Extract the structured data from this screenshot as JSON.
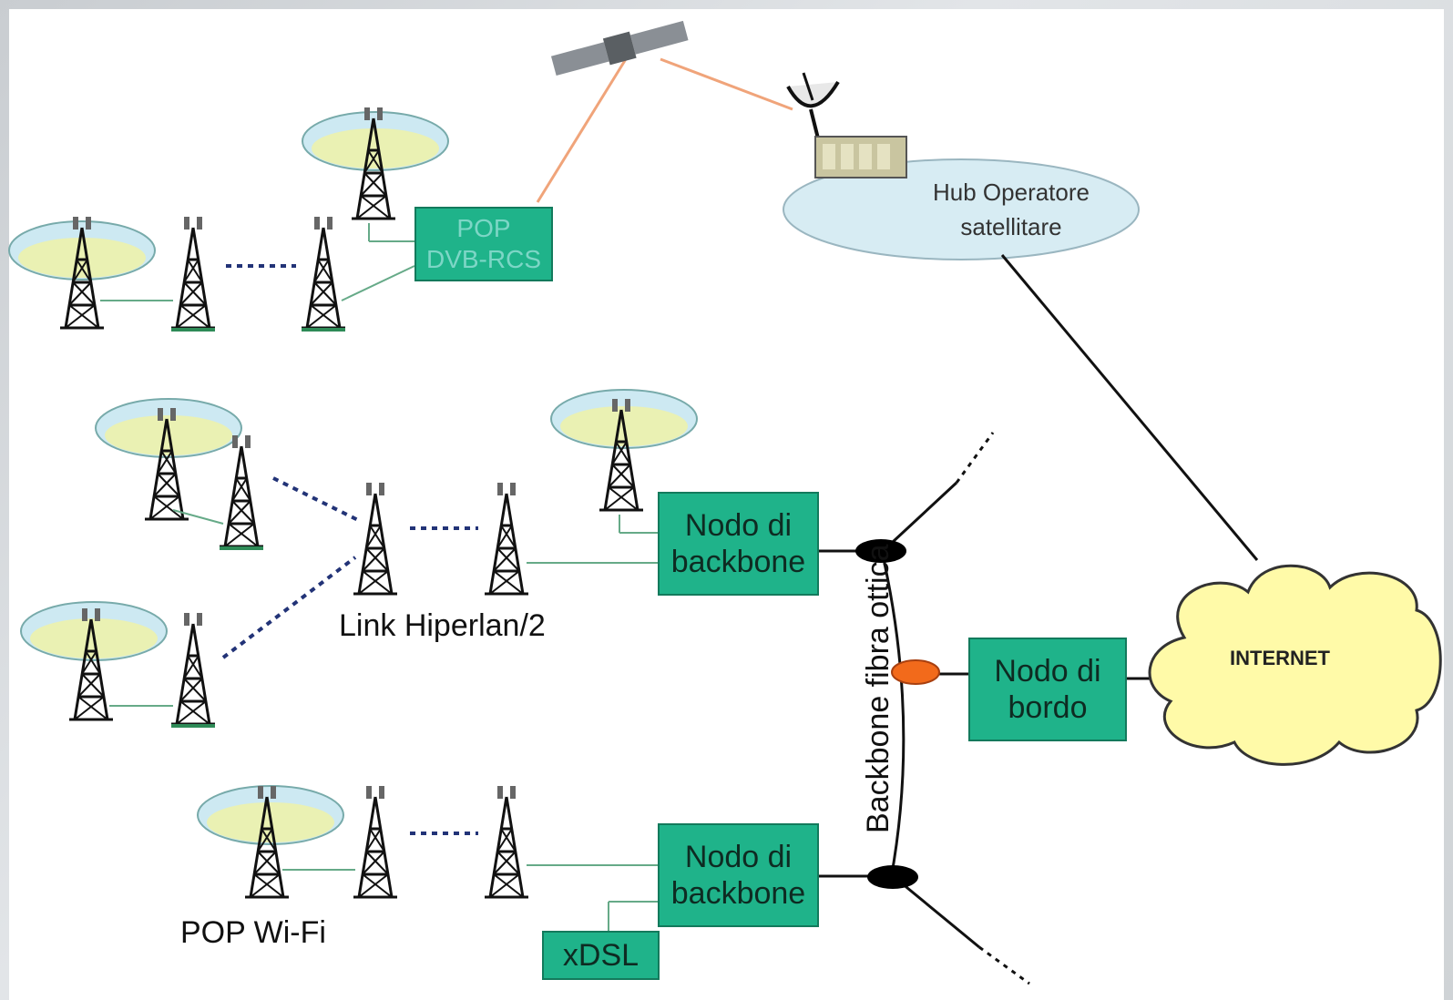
{
  "diagram": {
    "hub_label_line1": "Hub Operatore",
    "hub_label_line2": "satellitare",
    "pop_dvb_line1": "POP",
    "pop_dvb_line2": "DVB-RCS",
    "backbone_node_top_line1": "Nodo di",
    "backbone_node_top_line2": "backbone",
    "backbone_node_bottom_line1": "Nodo di",
    "backbone_node_bottom_line2": "backbone",
    "edge_node_line1": "Nodo di",
    "edge_node_line2": "bordo",
    "internet_label": "INTERNET",
    "link_hiperlan_label": "Link Hiperlan/2",
    "pop_wifi_label": "POP Wi-Fi",
    "xdsl_label": "xDSL",
    "backbone_fiber_label": "Backbone fibra ottica"
  },
  "colors": {
    "node_fill": "#1fb38a",
    "node_border": "#137a5c",
    "fiber_oval": "#f26a1b",
    "satellite_link": "#f0a47a",
    "cloud_fill": "#fffaa8"
  },
  "icons": [
    "satellite-icon",
    "dish-antenna-icon",
    "tower-icon",
    "cloud-icon"
  ]
}
